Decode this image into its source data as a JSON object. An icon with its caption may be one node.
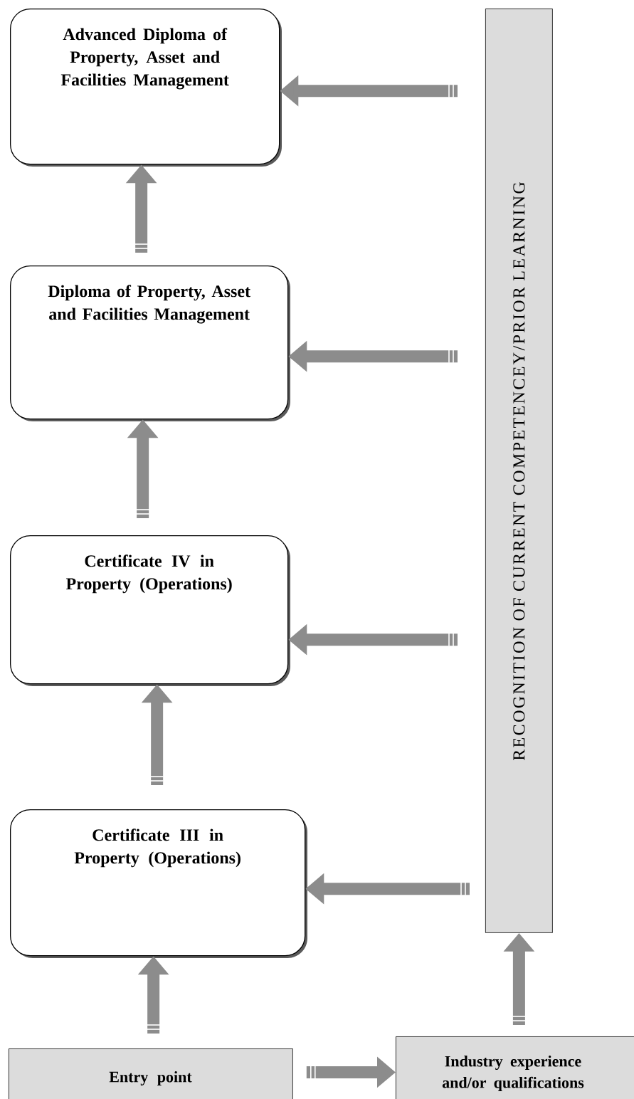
{
  "diagram": {
    "nodes": [
      {
        "text": [
          "Advanced Diploma of Property, Asset and Facilities Management"
        ]
      },
      {
        "text": [
          "Diploma of Property, Asset and Facilities Management"
        ]
      },
      {
        "text": [
          "Certificate IV in Property (Operations)"
        ]
      },
      {
        "text": [
          "Certificate III in Property (Operations)"
        ]
      },
      {
        "text": [
          "Entry point"
        ]
      },
      {
        "text": [
          "Industry experience and/or qualifications"
        ]
      },
      {
        "text": [
          "RECOGNITION OF CURRENT COMPETENCEY/PRIOR LEARNING"
        ]
      }
    ],
    "edges": [
      {
        "from": 4,
        "to": 3,
        "arrow": "to"
      },
      {
        "from": 3,
        "to": 2,
        "arrow": "to"
      },
      {
        "from": 2,
        "to": 1,
        "arrow": "to"
      },
      {
        "from": 1,
        "to": 0,
        "arrow": "to"
      },
      {
        "from": 4,
        "to": 5,
        "arrow": "to"
      },
      {
        "from": 5,
        "to": 6,
        "arrow": "to"
      },
      {
        "from": 6,
        "to": 0,
        "arrow": "to"
      },
      {
        "from": 6,
        "to": 1,
        "arrow": "to"
      },
      {
        "from": 6,
        "to": 2,
        "arrow": "to"
      },
      {
        "from": 6,
        "to": 3,
        "arrow": "to"
      }
    ]
  }
}
